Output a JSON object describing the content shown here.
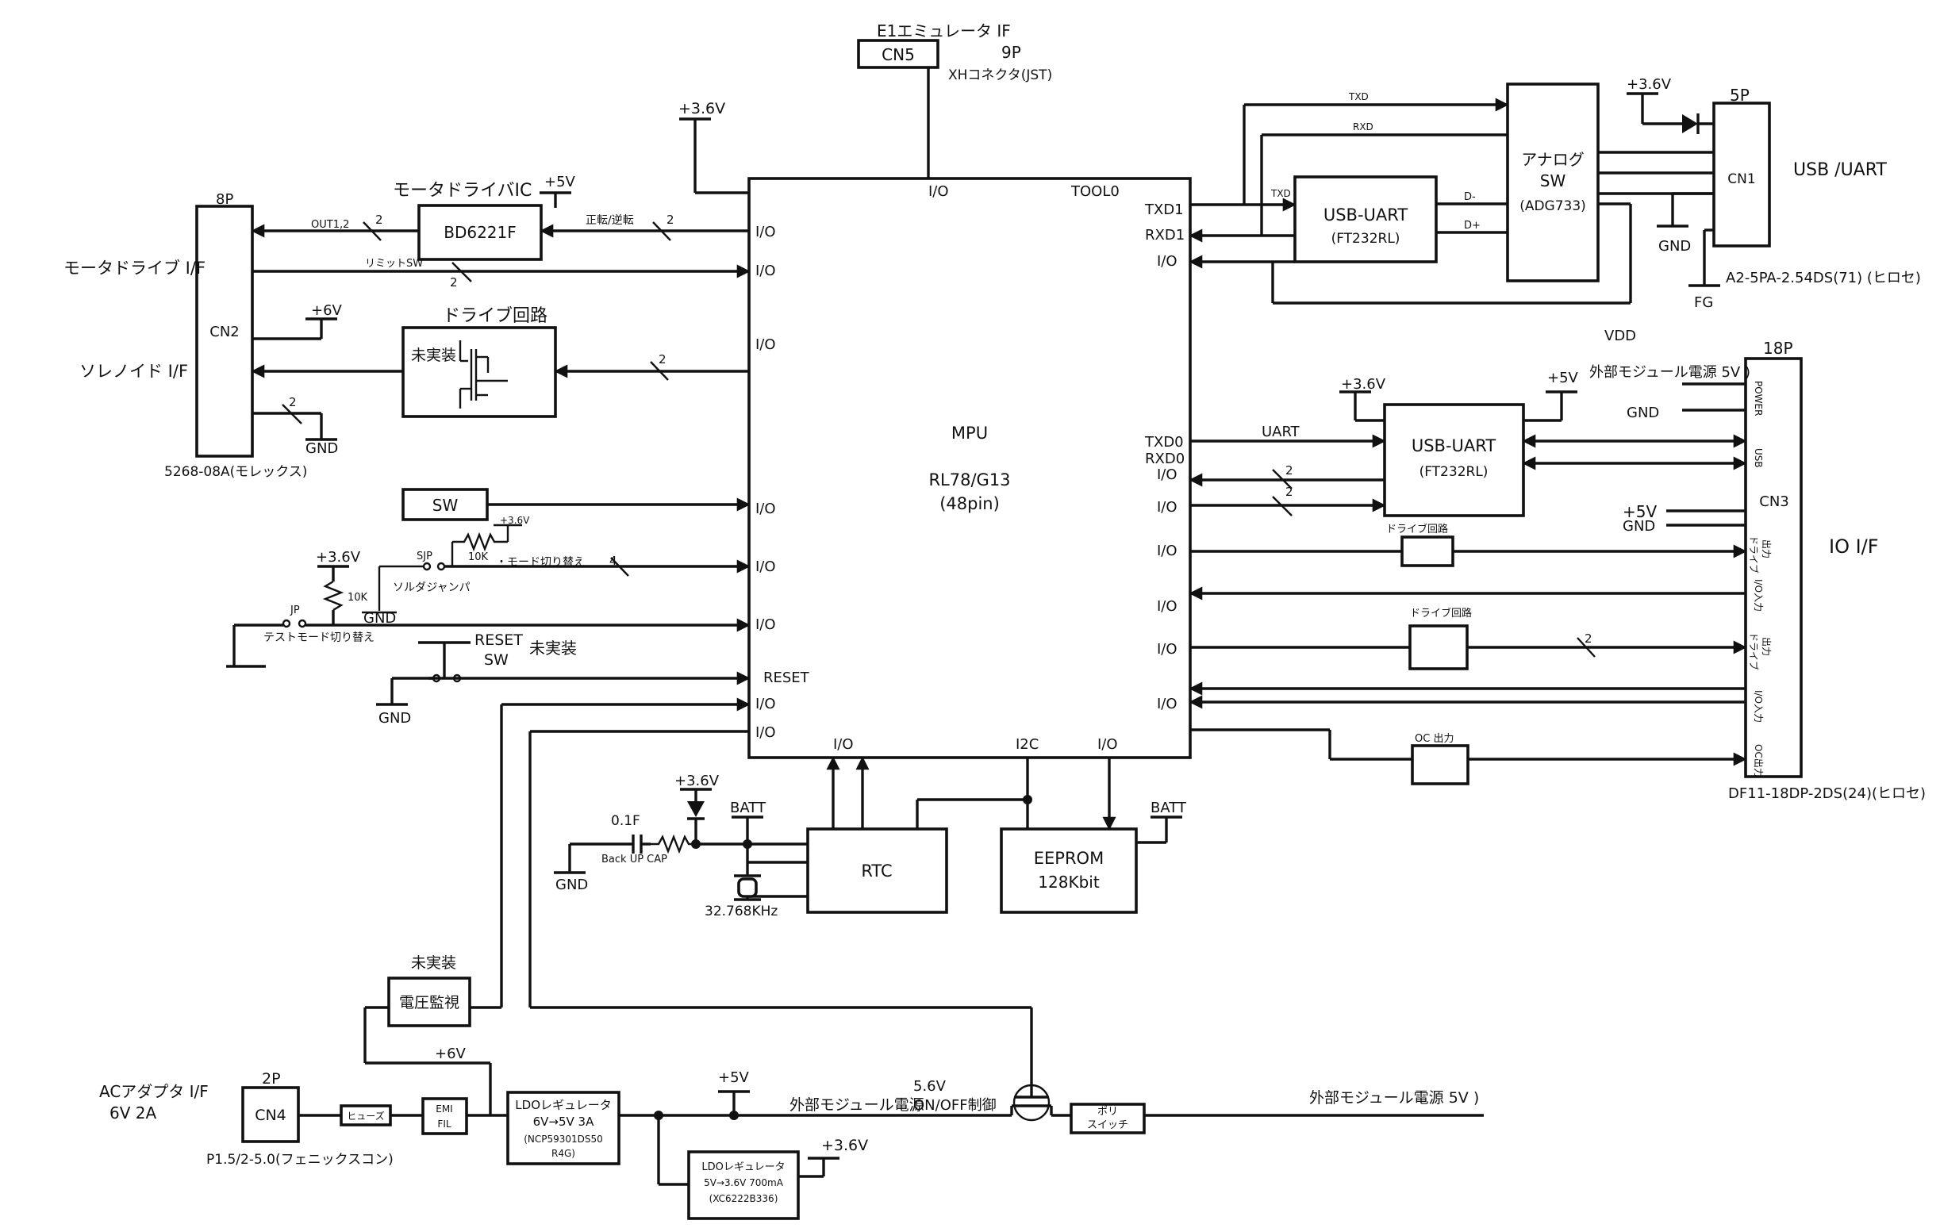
{
  "labels": {
    "e1_if": "E1エミュレータ IF",
    "cn5": "CN5",
    "cn5_pins": "9P",
    "cn5_type": "XHコネクタ(JST)",
    "v36_top": "+3.6V",
    "motor_driver_ic": "モータドライバIC",
    "v5_md": "+5V",
    "bd6221f": "BD6221F",
    "out12": "OUT1,2",
    "forward_reverse": "正転/逆転",
    "limit_sw": "リミットSW",
    "cn2_pins": "8P",
    "cn2": "CN2",
    "cn2_type": "5268-08A(モレックス)",
    "motor_drive_if": "モータドライブ I/F",
    "solenoid_if": "ソレノイド I/F",
    "v6_cn2": "+6V",
    "drive_circuit": "ドライブ回路",
    "not_mounted": "未実装",
    "gnd_cn2": "GND",
    "sw": "SW",
    "v36_sjp": "+3.6V",
    "r10k_a": "10K",
    "sjp": "SJP",
    "mode_switch": "・モード切り替え",
    "solder_jumper": "ソルダジャンパ",
    "v36_jp": "+3.6V",
    "r10k_b": "10K",
    "jp": "JP",
    "test_mode": "テストモード切り替え",
    "gnd_jp": "GND",
    "reset_sw": "RESET\nSW",
    "not_mounted_reset": "未実装",
    "gnd_reset": "GND",
    "mpu": "MPU",
    "mpu_part": "RL78/G13",
    "mpu_pins": "(48pin)",
    "io": "I/O",
    "tool0": "TOOL0",
    "reset_pin": "RESET",
    "txd1": "TXD1",
    "rxd1": "RXD1",
    "txd0": "TXD0",
    "rxd0": "RXD0",
    "i2c": "I2C",
    "txd_label": "TXD",
    "rxd_label": "RXD",
    "usb_uart": "USB-UART",
    "ft232rl": "(FT232RL)",
    "dminus": "D-",
    "dplus": "D+",
    "analog_sw": "アナログ\nSW",
    "adg733": "(ADG733)",
    "v36_cn1": "+3.6V",
    "cn1_pins": "5P",
    "cn1": "CN1",
    "usb_uart_if": "USB /UART",
    "gnd_cn1": "GND",
    "fg": "FG",
    "cn1_type": "A2-5PA-2.54DS(71) (ヒロセ)",
    "vdd": "VDD",
    "cn3_pins": "18P",
    "ext_module_power": "外部モジュール電源 5V )",
    "v36_u2": "+3.6V",
    "v5_u2": "+5V",
    "gnd_cn3": "GND",
    "uart": "UART",
    "power": "POWER",
    "usb": "USB",
    "cn3": "CN3",
    "v5_gnd": "+5V\nGND",
    "io_if": "IO I/F",
    "drive_circuit_small": "ドライブ回路",
    "drive_out": "ドライブ\n出力",
    "io_in": "I/O入力",
    "oc_out_box": "OC 出力",
    "oc_out": "OC出力",
    "cn3_type": "DF11-18DP-2DS(24)(ヒロセ)",
    "v36_rtc": "+3.6V",
    "batt": "BATT",
    "cap": "0.1F",
    "backup_cap": "Back UP CAP",
    "gnd_cap": "GND",
    "rtc": "RTC",
    "xtal": "32.768KHz",
    "eeprom": "EEPROM",
    "eeprom_size": "128Kbit",
    "batt2": "BATT",
    "voltage_monitor": "電圧監視",
    "not_mounted_vm": "未実装",
    "v6_rail": "+6V",
    "ac_adapter": "ACアダプタ I/F\n6V 2A",
    "cn4_pins": "2P",
    "cn4": "CN4",
    "cn4_type": "P1.5/2-5.0(フェニックスコン)",
    "fuse": "ヒューズ",
    "emi": "EMI\nFIL",
    "ldo1": "LDOレギュレータ",
    "ldo1_spec": "6V→5V 3A",
    "ldo1_part": "(NCP59301DS50\nR4G)",
    "v5_rail": "+5V",
    "ext_power": "外部モジュール電源",
    "onoff": "5.6V\nON/OFF制御",
    "poly": "ポリ\nスイッチ",
    "ext_power_out": "外部モジュール電源 5V )",
    "ldo2": "LDOレギュレータ",
    "ldo2_spec": "5V→3.6V 700mA",
    "ldo2_part": "(XC6222B336)",
    "v36_ldo2": "+3.6V",
    "bus2": "2",
    "bus4": "4"
  }
}
